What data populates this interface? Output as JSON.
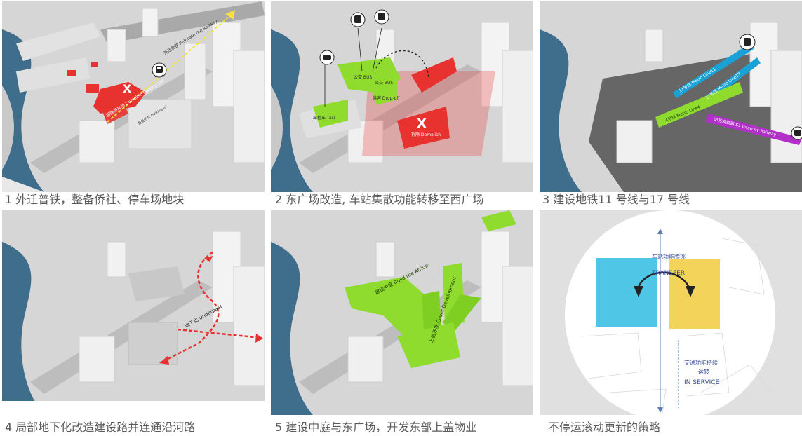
{
  "panels": [
    {
      "caption": "1 外迁普铁，整备侨社、停车场地块",
      "labels": {
        "demolish_mark": "X",
        "relocate_rail": "外迁普铁 Relocate the Railway",
        "station_note": "拆除停车场 Demolish Parking Lot",
        "parking_note": "整备侨社 Parking lot"
      }
    },
    {
      "caption": "2 东广场改造, 车站集散功能转移至西广场",
      "labels": {
        "taxi": "出租车 Taxi",
        "bus_a": "公交 BUS",
        "bus_b": "公交 BUS",
        "drop": "落客 Drop-off",
        "demolish_mark": "X",
        "demolish": "拆除 Demolish"
      }
    },
    {
      "caption": "3 建设地铁11 号线与17 号线",
      "labels": {
        "line11": "11号线 Metro Line11",
        "line17": "17号线 Metro Line17",
        "line4": "4号线 Metro Line4",
        "intercity": "沪苏湖铁路 S1 Intercity Railway"
      }
    },
    {
      "caption": "4 局部地下化改造建设路并连通沿河路",
      "labels": {
        "underpass": "地下化 Underpass"
      }
    },
    {
      "caption": "5 建设中庭与东广场，开发东部上盖物业",
      "labels": {
        "atrium": "建设中庭 Build the Atrium",
        "cover": "上盖开发 Cover Development"
      }
    },
    {
      "caption": "不停运滚动更新的策略",
      "labels": {
        "transfer_cn": "车站功能腾挪",
        "transfer_en": "TRANSFER",
        "service_cn1": "交通功能持续",
        "service_cn2": "运转",
        "service_en": "IN SERVICE"
      }
    }
  ],
  "colors": {
    "water": "#3f6e8d",
    "land": "#d8d8d8",
    "building": "#ececec",
    "red": "#e8322f",
    "green": "#8fdc2f",
    "blue_metro": "#1aa2d8",
    "purple_rail": "#b030c8",
    "cyan_block": "#4fc6e6",
    "yellow_block": "#f3d35a"
  }
}
